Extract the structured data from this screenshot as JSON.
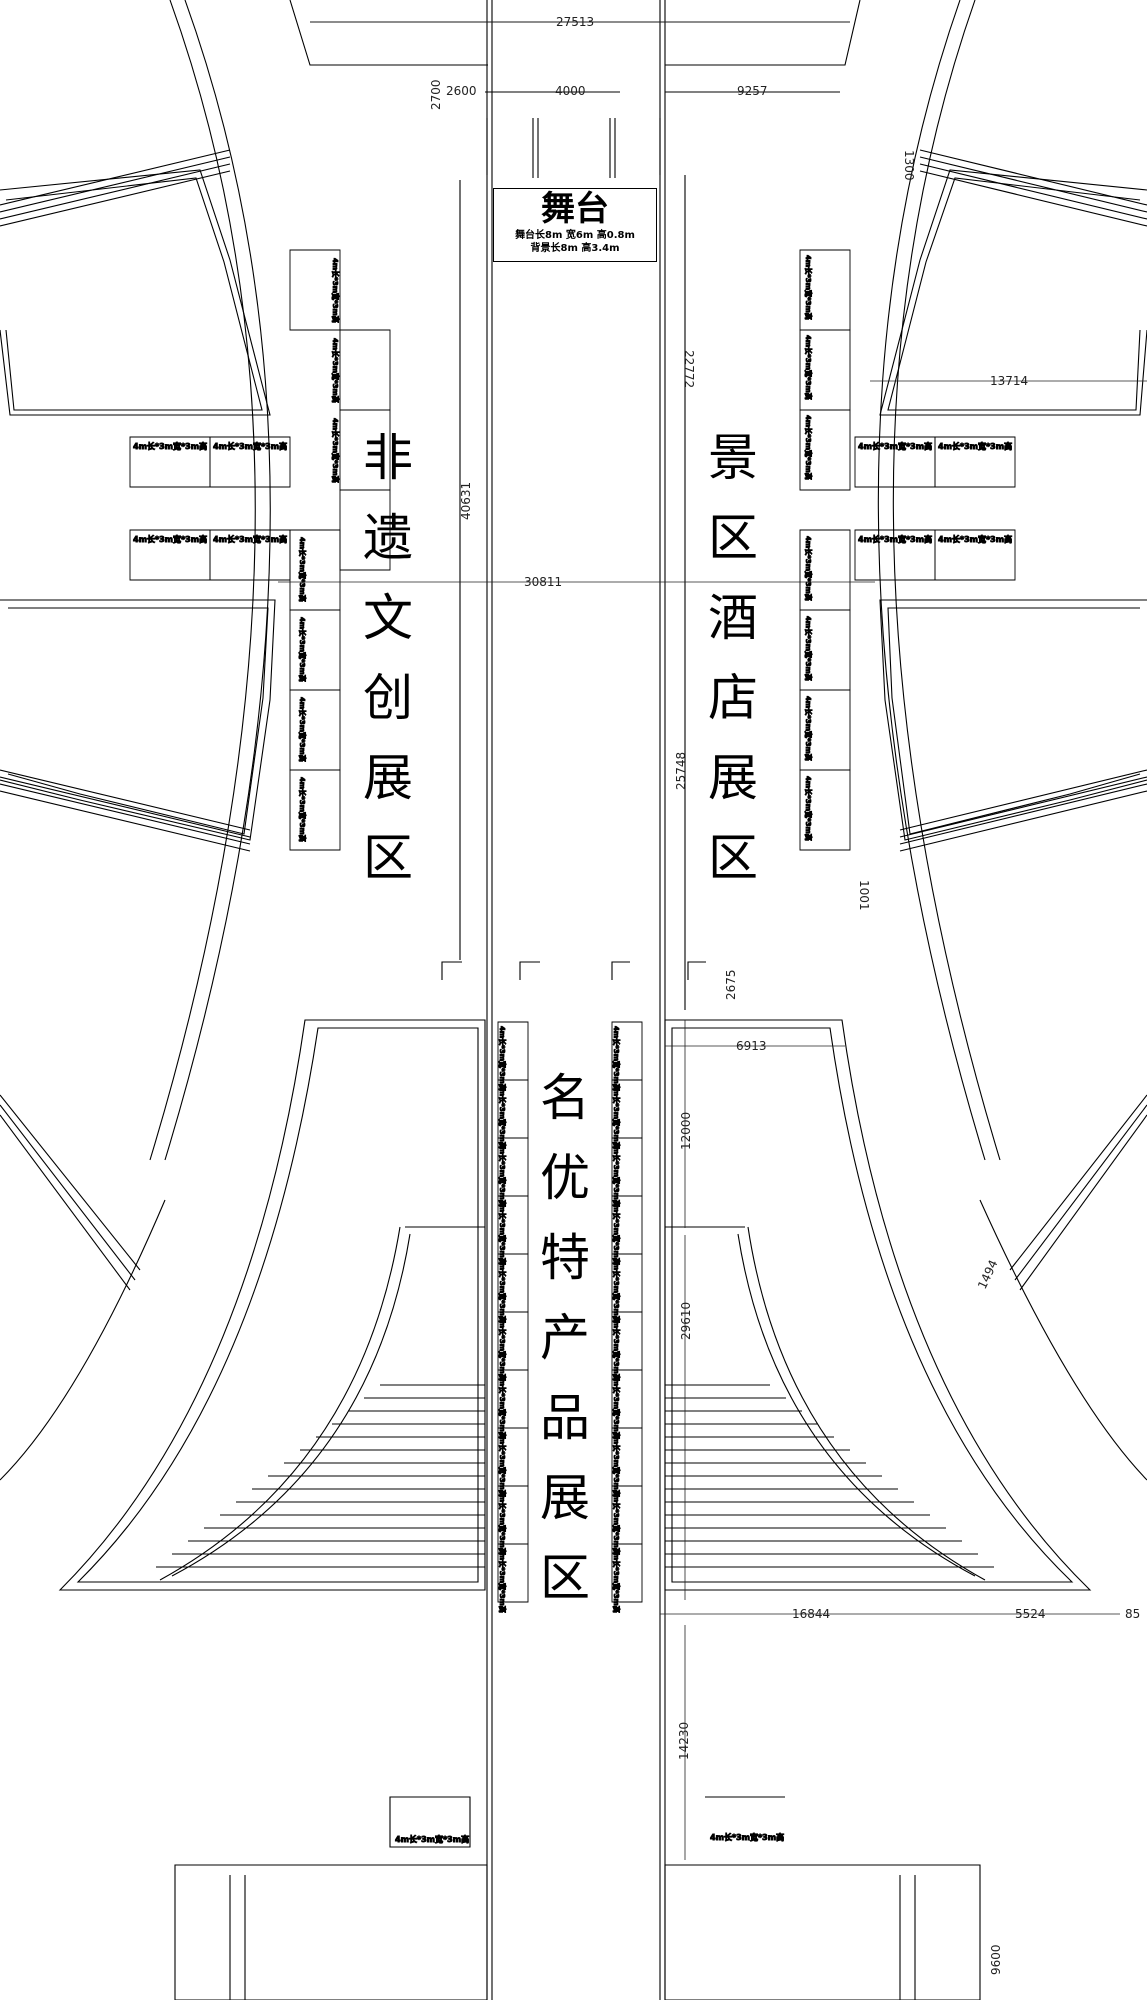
{
  "stage": {
    "title": "舞台",
    "size_line": "舞台长8m 宽6m 高0.8m",
    "backdrop_line": "背景长8m 高3.4m"
  },
  "zones": {
    "left": [
      "非",
      "遗",
      "文",
      "创",
      "展",
      "区"
    ],
    "right": [
      "景",
      "区",
      "酒",
      "店",
      "展",
      "区"
    ],
    "center": [
      "名",
      "优",
      "特",
      "产",
      "品",
      "展",
      "区"
    ]
  },
  "booth_labels": {
    "height_style": "4m长*3m宽*3m高",
    "area_style": "4m长*3m宽*3m高"
  },
  "dimensions": {
    "top_width": "27513",
    "d2700": "2700",
    "d2600": "2600",
    "d4000": "4000",
    "d9257": "9257",
    "d1300": "1300",
    "d22772": "22772",
    "d13714": "13714",
    "d40631": "40631",
    "d30811": "30811",
    "d25748": "25748",
    "d1001": "1001",
    "d2675": "2675",
    "d6913": "6913",
    "d12000": "12000",
    "d29610": "29610",
    "d1494": "1494",
    "d16844": "16844",
    "d5524": "5524",
    "d85": "85",
    "d14230": "14230",
    "d9600": "9600"
  }
}
